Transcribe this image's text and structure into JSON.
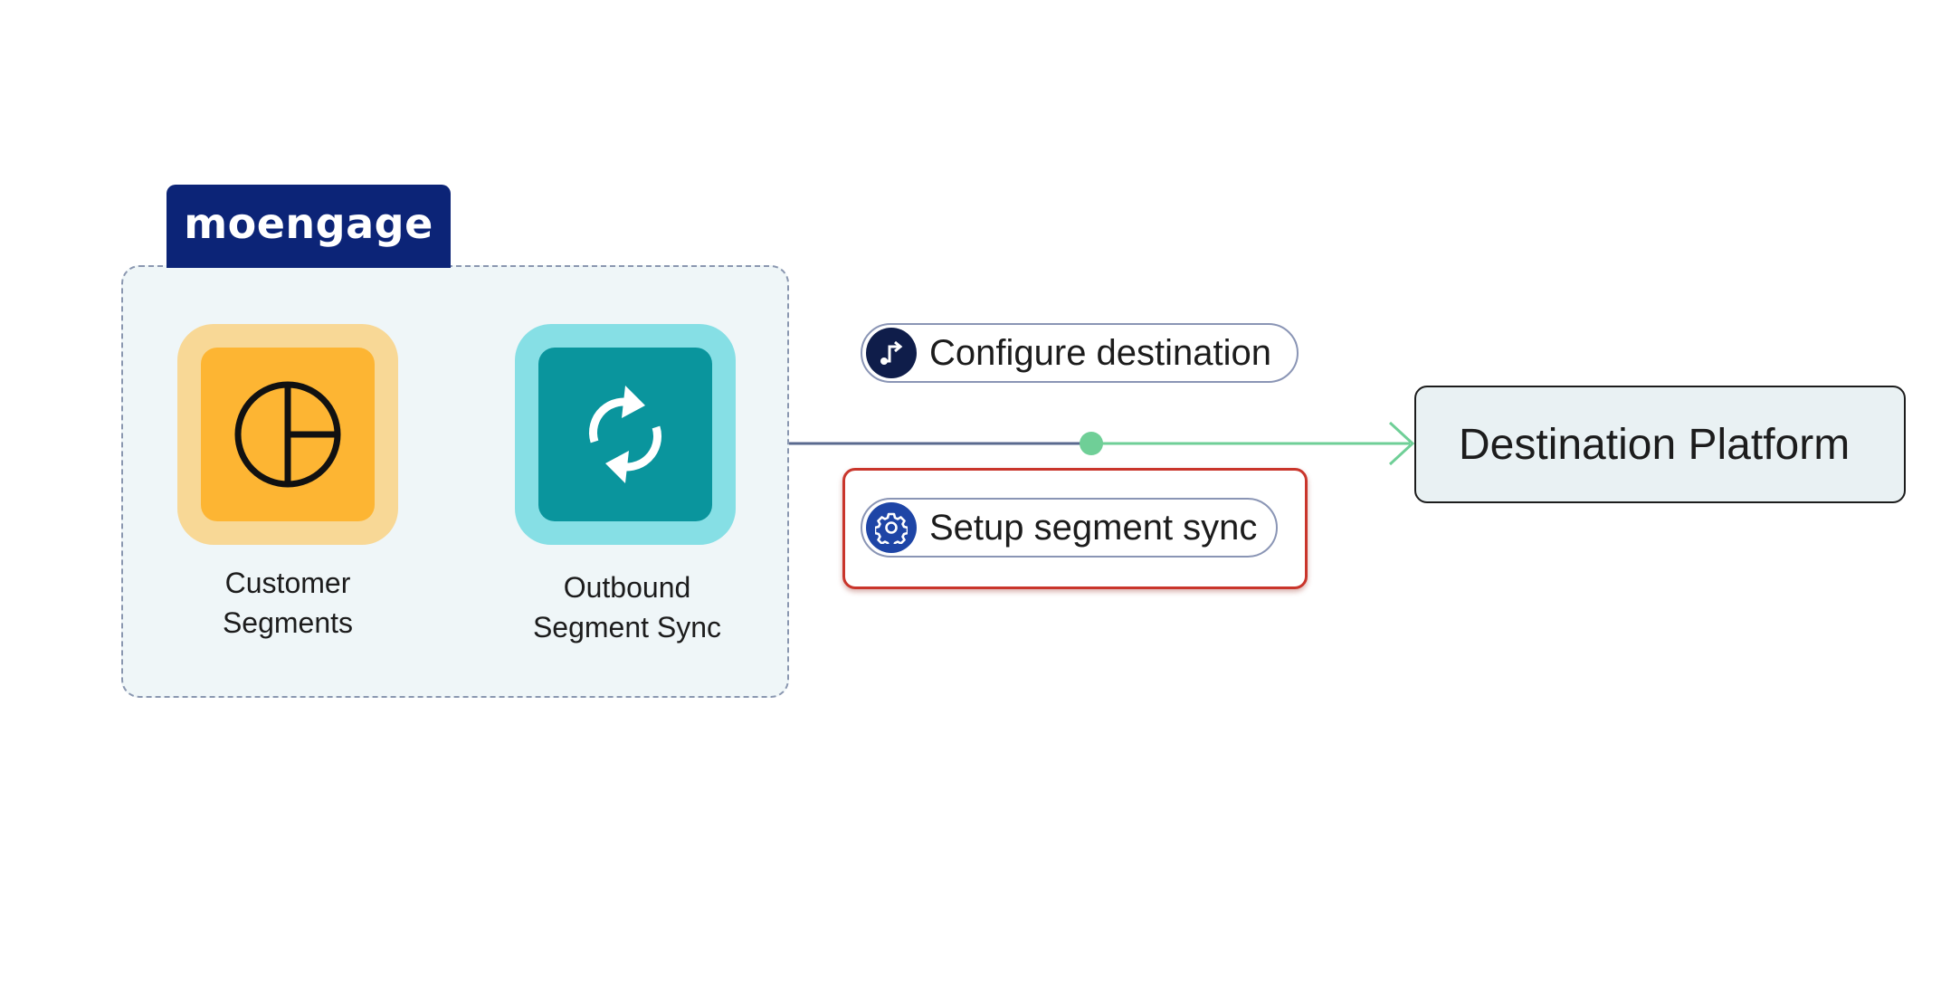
{
  "brand": {
    "logo_text": "moengage",
    "color": "#0c2477"
  },
  "nodes": {
    "segments": {
      "label": "Customer\nSegments",
      "icon": "segments-icon",
      "color": "#fdb533"
    },
    "sync": {
      "label": "Outbound\nSegment Sync",
      "icon": "sync-icon",
      "color": "#0a959d"
    }
  },
  "pills": {
    "configure": {
      "label": "Configure destination",
      "icon": "route-icon"
    },
    "setup": {
      "label": "Setup segment sync",
      "icon": "gear-icon",
      "highlighted": true
    }
  },
  "destination": {
    "label": "Destination Platform"
  },
  "colors": {
    "connector_internal": "#6b7a99",
    "connector_internal_dot": "#f5a623",
    "connector_main_left": "#5a6a8f",
    "connector_main_right": "#6fcf97",
    "connector_main_dot": "#6fcf97",
    "highlight": "#c9352b"
  }
}
